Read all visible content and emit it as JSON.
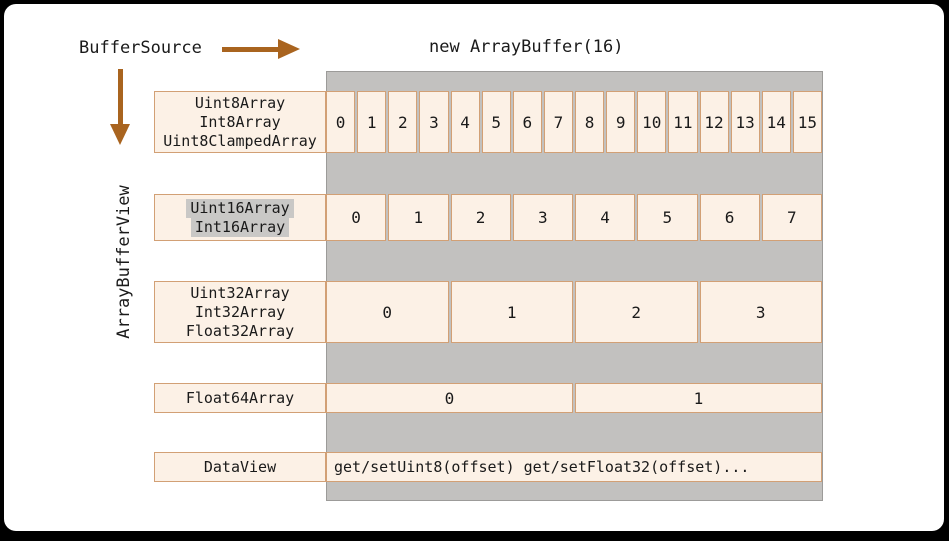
{
  "header": {
    "buffer_source_label": "BufferSource",
    "array_buffer_title": "new ArrayBuffer(16)"
  },
  "side_label": "ArrayBufferView",
  "colors": {
    "arrow": "#a9641f",
    "cell_fill": "#fcf1e6",
    "cell_border": "#d2a075",
    "buffer_gray": "#c2c1bf",
    "label_highlight": "#c9c8c6"
  },
  "rows": [
    {
      "labels": [
        "Uint8Array",
        "Int8Array",
        "Uint8ClampedArray"
      ],
      "highlighted": false,
      "cells": [
        "0",
        "1",
        "2",
        "3",
        "4",
        "5",
        "6",
        "7",
        "8",
        "9",
        "10",
        "11",
        "12",
        "13",
        "14",
        "15"
      ]
    },
    {
      "labels": [
        "Uint16Array",
        "Int16Array"
      ],
      "highlighted": true,
      "cells": [
        "0",
        "1",
        "2",
        "3",
        "4",
        "5",
        "6",
        "7"
      ]
    },
    {
      "labels": [
        "Uint32Array",
        "Int32Array",
        "Float32Array"
      ],
      "highlighted": false,
      "cells": [
        "0",
        "1",
        "2",
        "3"
      ]
    },
    {
      "labels": [
        "Float64Array"
      ],
      "highlighted": false,
      "cells": [
        "0",
        "1"
      ]
    },
    {
      "labels": [
        "DataView"
      ],
      "highlighted": false,
      "cells": [
        "get/setUint8(offset) get/setFloat32(offset)..."
      ],
      "cell_text_align": "left"
    }
  ]
}
